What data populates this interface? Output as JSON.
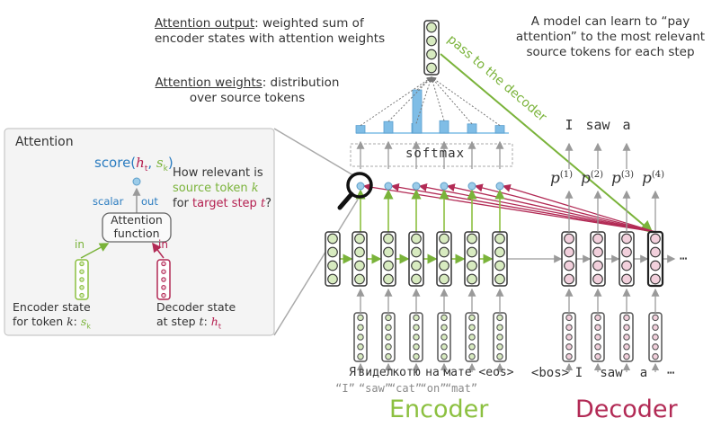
{
  "attention_output": {
    "title": "Attention output",
    "rest_line1": ": weighted sum of",
    "line2": "encoder states with attention weights"
  },
  "model_note": {
    "line1": "A model can learn to “pay",
    "line2": "attention” to the most relevant",
    "line3": "source tokens for each step"
  },
  "attention_weights": {
    "title": "Attention weights",
    "rest_line1": ": distribution",
    "line2": "over source tokens"
  },
  "pass_label": "pass to the decoder",
  "softmax_label": "softmax",
  "decoder_outputs": [
    "I",
    "saw",
    "a"
  ],
  "probabilities": [
    "p",
    "p",
    "p",
    "p"
  ],
  "probability_indices": [
    "(1)",
    "(2)",
    "(3)",
    "(4)"
  ],
  "attention_panel": {
    "title": "Attention",
    "score_fn": "score(",
    "score_h": "h",
    "score_ht_sub": "t",
    "score_comma": ", ",
    "score_s": "s",
    "score_sk_sub": "k",
    "score_close": ")",
    "scalar_label": "scalar",
    "out_label": "out",
    "function_label_1": "Attention",
    "function_label_2": "function",
    "in_label": "in",
    "question_1": "How relevant is",
    "question_2_green": "source token ",
    "question_2_k": "k",
    "question_3_pre": "for ",
    "question_3_red": "target step ",
    "question_3_t": "t",
    "question_3_end": "?",
    "enc_state_1": "Encoder state",
    "enc_state_2": "for token ",
    "enc_state_k": "k",
    "enc_state_colon": ": ",
    "enc_state_s": "s",
    "enc_state_sub": "k",
    "dec_state_1": "Decoder state",
    "dec_state_2": "at step ",
    "dec_state_t": "t",
    "dec_state_colon": ": ",
    "dec_state_h": "h",
    "dec_state_sub": "t"
  },
  "source_tokens": [
    "Я",
    "видел",
    "котю",
    "на",
    "мате",
    "<eos>"
  ],
  "source_translations": [
    "“I”",
    "“saw”",
    "“cat”",
    "“on”",
    "“mat”"
  ],
  "decoder_inputs": [
    "<bos>",
    "I",
    "saw",
    "a",
    "⋯"
  ],
  "decoder_ellipsis": "⋯",
  "encoder_label": "Encoder",
  "decoder_label": "Decoder",
  "attention_weight_values": [
    0.1,
    0.2,
    0.15,
    1.0,
    0.22,
    0.14,
    0.1
  ],
  "colors": {
    "encoder_green": "#8cc040",
    "decoder_red": "#b22a55",
    "encoder_fill": "#d8ebc0",
    "decoder_fill": "#f2d0dc",
    "weight_blue": "#7fbde6",
    "node_blue": "#9ccce9",
    "arrow_gray": "#9a9a9a"
  },
  "icons": [
    "magnifier-icon",
    "arrow-icon"
  ]
}
